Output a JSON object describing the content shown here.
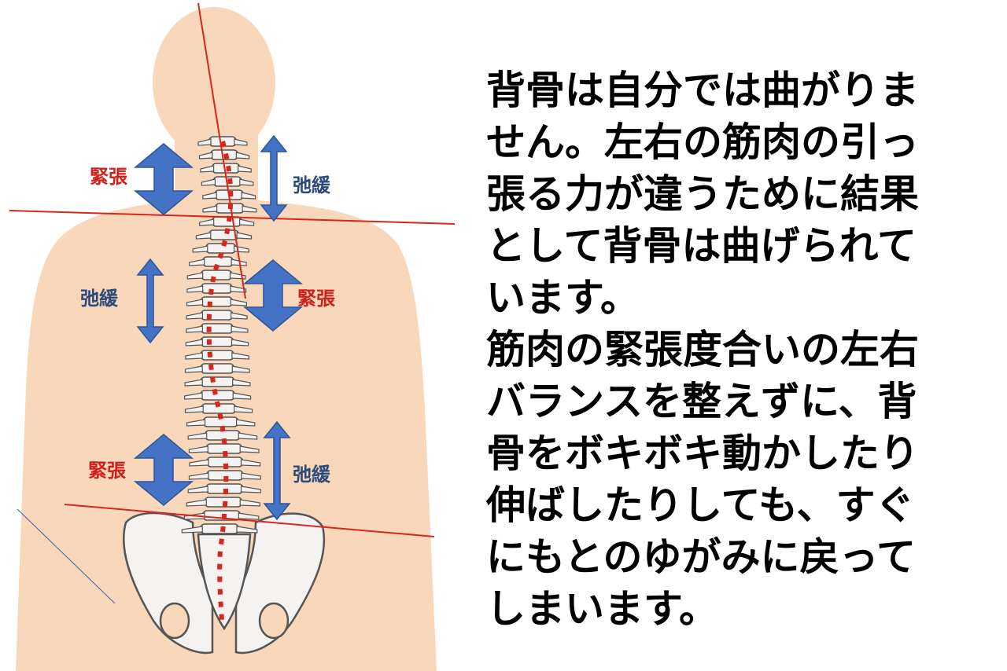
{
  "diagram": {
    "labels": {
      "tension": "緊張",
      "relaxation": "弛緩"
    },
    "colors": {
      "skin": "#f9d7bb",
      "bone": "#f4f3f1",
      "bone_outline": "#555555",
      "line_red": "#d9261c",
      "arrow_blue": "#4472c4",
      "arrow_outline_blue": "#2f5597",
      "label_red": "#d0201b",
      "label_blue": "#2b4a7a"
    }
  },
  "explanation": {
    "lines": [
      "背骨は自分では曲がりま",
      "せん。左右の筋肉の引っ",
      "張る力が違うために結果",
      "として背骨は曲げられて",
      "います。",
      "筋肉の緊張度合いの左右",
      "バランスを整えずに、背",
      "骨をボキボキ動かしたり",
      "伸ばしたりしても、すぐ",
      "にもとのゆがみに戻って",
      "しまいます。"
    ]
  }
}
